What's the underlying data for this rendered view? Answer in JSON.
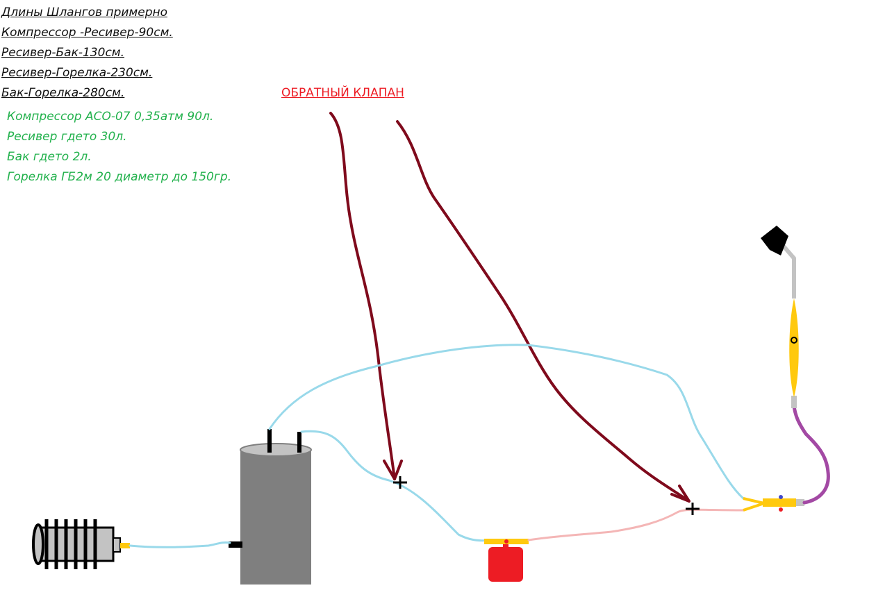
{
  "hose_lengths": {
    "heading": "Длины Шлангов примерно",
    "items": [
      "Компрессор -Ресивер-90см.",
      "Ресивер-Бак-130см.",
      "Ресивер-Горелка-230см.",
      "Бак-Горелка-280см."
    ]
  },
  "specs": [
    "Компрессор АСО-07   0,35атм  90л.",
    "Ресивер гдето 30л.",
    "Бак гдето 2л.",
    "Горелка ГБ2м 20 диаметр до 150гр."
  ],
  "check_valve_label": "ОБРАТНЫЙ КЛАПАН",
  "colors": {
    "air_hose": "#99d9ea",
    "fuel_hose": "#f4b6b6",
    "arrow": "#7f0a1c",
    "receiver": "#7f7f7f",
    "tank": "#ed1c24",
    "fitting": "#ffc90e",
    "torch_hose": "#a349a4",
    "text_green": "#22b14c",
    "text_red": "#ed1c24"
  }
}
